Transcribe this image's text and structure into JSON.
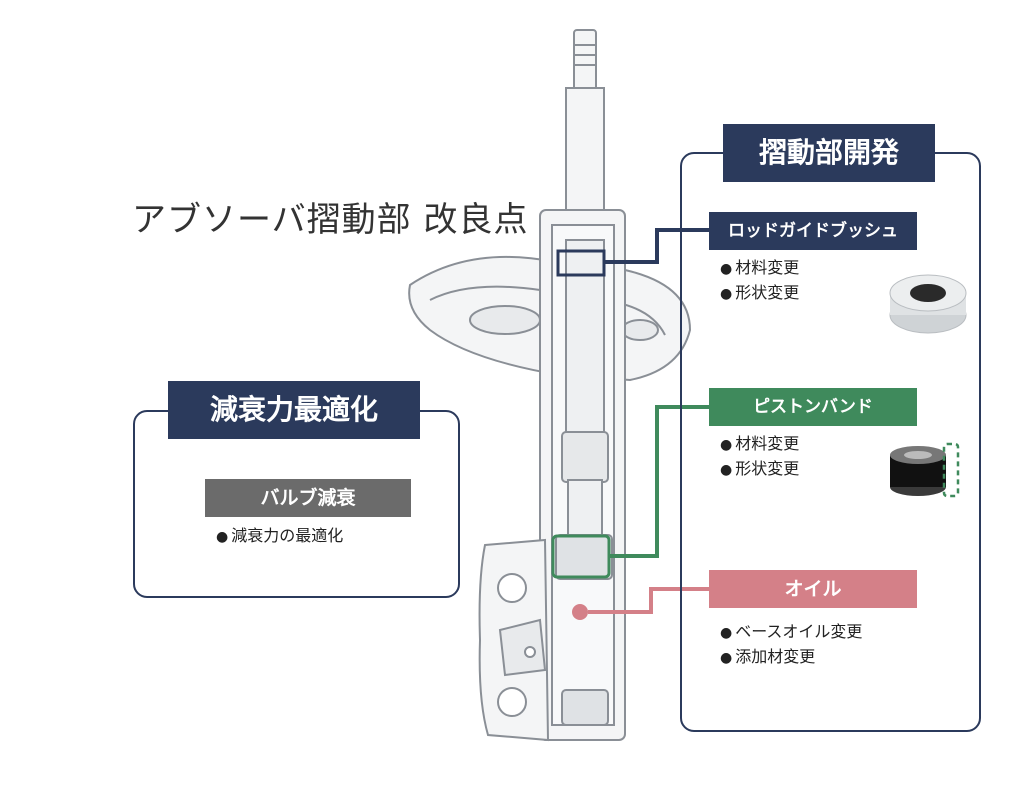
{
  "title": "アブソーバ摺動部 改良点",
  "left_section": {
    "header": "減衰力最適化",
    "item_label": "バルブ減衰",
    "bullets": [
      "減衰力の最適化"
    ]
  },
  "right_section": {
    "header": "摺動部開発",
    "items": [
      {
        "label": "ロッドガイドブッシュ",
        "bullets": [
          "材料変更",
          "形状変更"
        ],
        "color": "#2b3a5c"
      },
      {
        "label": "ピストンバンド",
        "bullets": [
          "材料変更",
          "形状変更"
        ],
        "color": "#3f8a5c"
      },
      {
        "label": "オイル",
        "bullets": [
          "ベースオイル変更",
          "添加材変更"
        ],
        "color": "#d48088"
      }
    ]
  },
  "colors": {
    "navy": "#2b3a5c",
    "green": "#3f8a5c",
    "pink": "#d48088",
    "gray": "#6b6b6b"
  }
}
